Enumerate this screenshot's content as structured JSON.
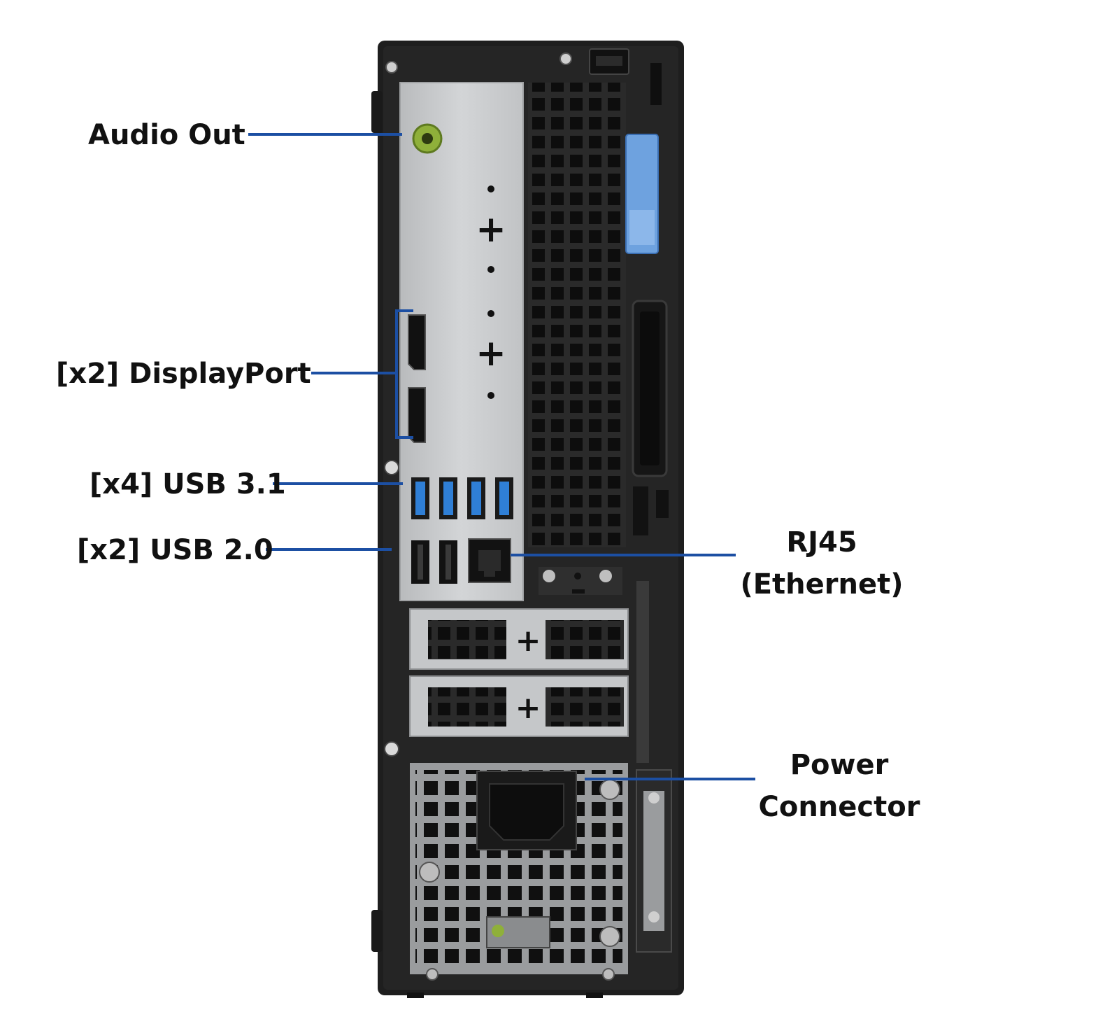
{
  "labels": {
    "audio_out": "Audio Out",
    "displayport": "[x2] DisplayPort",
    "usb31": "[x4] USB 3.1",
    "usb20": "[x2] USB 2.0",
    "rj45_line1": "RJ45",
    "rj45_line2": "(Ethernet)",
    "power_line1": "Power",
    "power_line2": "Connector"
  },
  "colors": {
    "leader_line": "#1c4fa3",
    "chassis": "#1f1f1f",
    "io_panel": "#c9cbcd",
    "audio_jack": "#8fb03a",
    "usb3_blue": "#2f7fd6",
    "blue_latch": "#6ea2df"
  }
}
